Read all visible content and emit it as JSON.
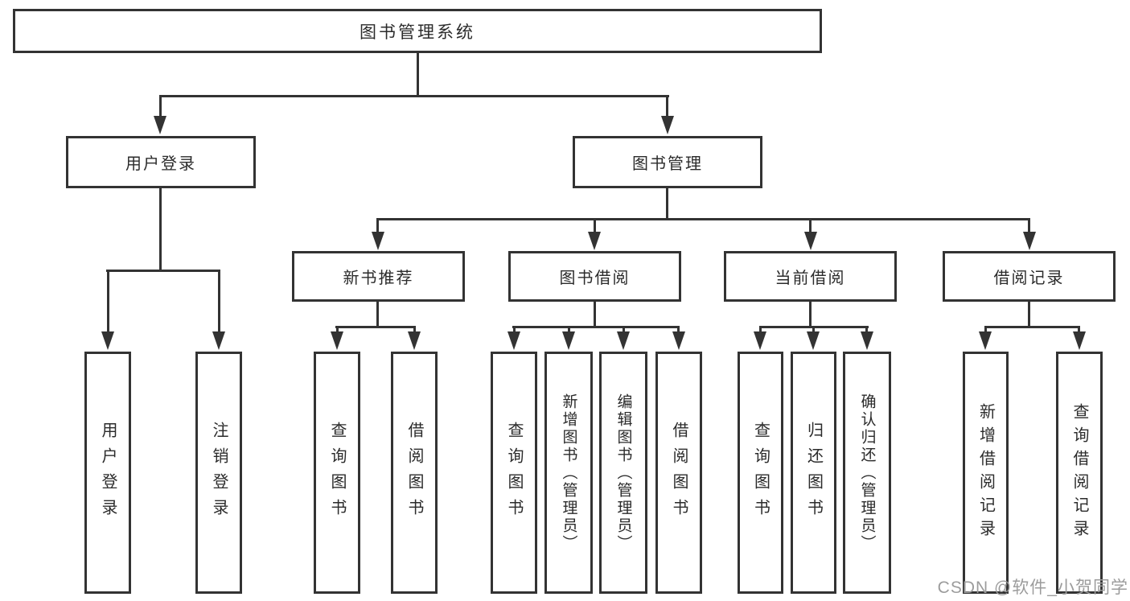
{
  "tree": {
    "label": "图书管理系统",
    "children": [
      {
        "label": "用户登录",
        "children": [
          {
            "label": "用户登录"
          },
          {
            "label": "注销登录"
          }
        ]
      },
      {
        "label": "图书管理",
        "children": [
          {
            "label": "新书推荐",
            "children": [
              {
                "label": "查询图书"
              },
              {
                "label": "借阅图书"
              }
            ]
          },
          {
            "label": "图书借阅",
            "children": [
              {
                "label": "查询图书"
              },
              {
                "label": "新增图书（管理员）"
              },
              {
                "label": "编辑图书（管理员）"
              },
              {
                "label": "借阅图书"
              }
            ]
          },
          {
            "label": "当前借阅",
            "children": [
              {
                "label": "查询图书"
              },
              {
                "label": "归还图书"
              },
              {
                "label": "确认归还（管理员）"
              }
            ]
          },
          {
            "label": "借阅记录",
            "children": [
              {
                "label": "新增借阅记录"
              },
              {
                "label": "查询借阅记录"
              }
            ]
          }
        ]
      }
    ]
  },
  "watermark": {
    "text": "CSDN @软件_小贺同学"
  },
  "colors": {
    "line": "#333333",
    "text": "#2b2b2b",
    "watermark": "#9c9c9c",
    "background": "#ffffff"
  }
}
